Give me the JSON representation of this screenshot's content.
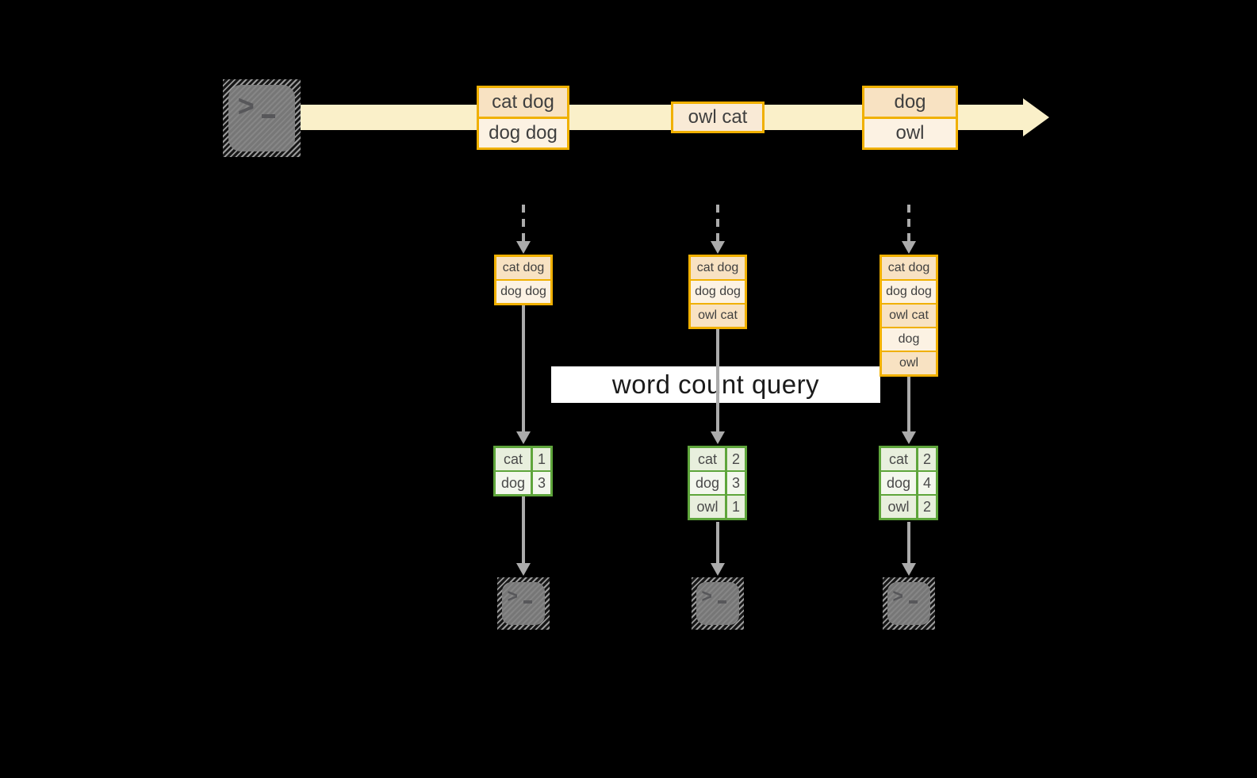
{
  "diagram": {
    "query_label": "word count query",
    "stream_batches": [
      {
        "events": [
          "cat dog",
          "dog dog"
        ]
      },
      {
        "events": [
          "owl cat"
        ]
      },
      {
        "events": [
          "dog",
          "owl"
        ]
      }
    ],
    "state_stacks": [
      {
        "rows": [
          "cat dog",
          "dog dog"
        ]
      },
      {
        "rows": [
          "cat dog",
          "dog dog",
          "owl cat"
        ]
      },
      {
        "rows": [
          "cat dog",
          "dog dog",
          "owl cat",
          "dog",
          "owl"
        ]
      }
    ],
    "result_tables": [
      {
        "rows": [
          {
            "word": "cat",
            "count": 1
          },
          {
            "word": "dog",
            "count": 3
          }
        ]
      },
      {
        "rows": [
          {
            "word": "cat",
            "count": 2
          },
          {
            "word": "dog",
            "count": 3
          },
          {
            "word": "owl",
            "count": 1
          }
        ]
      },
      {
        "rows": [
          {
            "word": "cat",
            "count": 2
          },
          {
            "word": "dog",
            "count": 4
          },
          {
            "word": "owl",
            "count": 2
          }
        ]
      }
    ],
    "colors": {
      "background": "#000000",
      "stream_arrow": "#FAF0C9",
      "event_border": "#F0B000",
      "event_fill_dark": "#F8E2C2",
      "event_fill_light": "#FCF2E3",
      "table_border": "#5EA53B",
      "table_fill_dark": "#E8EFDD",
      "table_fill_light": "#F3F7ED",
      "connector_gray": "#ABABAB",
      "text_dark": "#3F3F3F"
    }
  }
}
